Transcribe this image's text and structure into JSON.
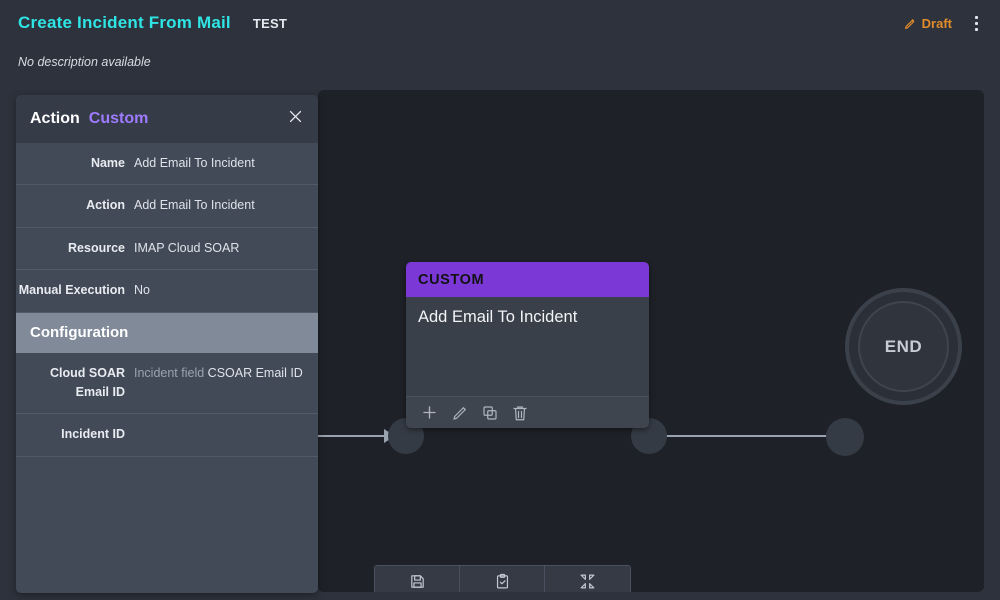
{
  "header": {
    "workflow_title": "Create Incident From Mail",
    "workflow_tag": "TEST",
    "status_label": "Draft",
    "status_color": "#e08b2c",
    "title_color": "#2fe4e4",
    "pencil_icon": "pencil-icon",
    "kebab_icon": "more-vertical-icon",
    "description": "No description available"
  },
  "panel": {
    "title": "Action",
    "type": "Custom",
    "type_color": "#9f7bff",
    "close_icon": "close-icon",
    "rows": [
      {
        "key": "Name",
        "value": "Add Email To Incident"
      },
      {
        "key": "Action",
        "value": "Add Email To Incident"
      },
      {
        "key": "Resource",
        "value": "IMAP Cloud SOAR"
      },
      {
        "key": "Manual Execution",
        "value": "No"
      }
    ],
    "section_title": "Configuration",
    "config_rows": [
      {
        "key": "Cloud SOAR Email ID",
        "value_dim": "Incident field",
        "value": "CSOAR Email ID"
      },
      {
        "key": "Incident ID",
        "value_dim": "",
        "value": ""
      }
    ]
  },
  "canvas": {
    "node": {
      "type_label": "CUSTOM",
      "title": "Add Email To Incident",
      "header_color": "#7b38d6",
      "tools": [
        {
          "name": "add-icon",
          "label": "Add"
        },
        {
          "name": "edit-icon",
          "label": "Edit"
        },
        {
          "name": "duplicate-icon",
          "label": "Duplicate"
        },
        {
          "name": "delete-icon",
          "label": "Delete"
        }
      ]
    },
    "end_node": {
      "label": "END"
    },
    "toolbar": [
      {
        "name": "save-icon",
        "label": "Save"
      },
      {
        "name": "clipboard-check-icon",
        "label": "Validate"
      },
      {
        "name": "fit-to-screen-icon",
        "label": "Fit to screen"
      }
    ]
  }
}
